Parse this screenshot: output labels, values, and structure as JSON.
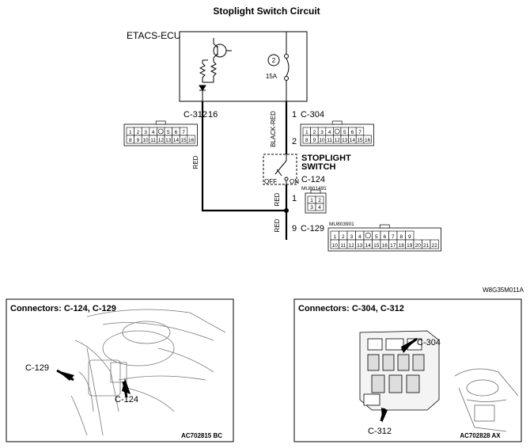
{
  "title": "Stoplight Switch Circuit",
  "ecu": {
    "name": "ETACS-ECU",
    "fuse_number": "2",
    "fuse_rating": "15A"
  },
  "connectors": {
    "c312": {
      "id": "C-312",
      "pin": "16",
      "row1": [
        "1",
        "2",
        "3",
        "4",
        "",
        "5",
        "6",
        "7"
      ],
      "row2": [
        "8",
        "9",
        "10",
        "11",
        "12",
        "13",
        "14",
        "15",
        "16"
      ]
    },
    "c304": {
      "id": "C-304",
      "pin": "1",
      "row1": [
        "1",
        "2",
        "3",
        "4",
        "",
        "5",
        "6",
        "7"
      ],
      "row2": [
        "8",
        "9",
        "10",
        "11",
        "12",
        "13",
        "14",
        "15",
        "16"
      ]
    },
    "c124": {
      "id": "C-124",
      "part": "MU801491",
      "pin": "1",
      "row1": [
        "1",
        "2"
      ],
      "row2": [
        "3",
        "4"
      ]
    },
    "c129": {
      "id": "C-129",
      "part": "MU803901",
      "pin": "9",
      "row1": [
        "1",
        "2",
        "3",
        "4",
        "",
        "5",
        "6",
        "7",
        "8",
        "9"
      ],
      "row2": [
        "10",
        "11",
        "12",
        "13",
        "14",
        "15",
        "16",
        "17",
        "18",
        "19",
        "20",
        "21",
        "22"
      ]
    }
  },
  "wires": {
    "black_red": "BLACK-RED",
    "red_left": "RED",
    "red_mid": "RED",
    "red_low": "RED"
  },
  "switch": {
    "name_line1": "STOPLIGHT",
    "name_line2": "SWITCH",
    "off": "OFF",
    "on": "ON",
    "pin_above": "2"
  },
  "diagram_code": "W8G35M011A",
  "panel_left": {
    "title": "Connectors: C-124, C-129",
    "label_a": "C-129",
    "label_b": "C-124",
    "code": "AC702815 BC"
  },
  "panel_right": {
    "title": "Connectors: C-304, C-312",
    "label_a": "C-304",
    "label_b": "C-312",
    "code": "AC702828 AX"
  }
}
